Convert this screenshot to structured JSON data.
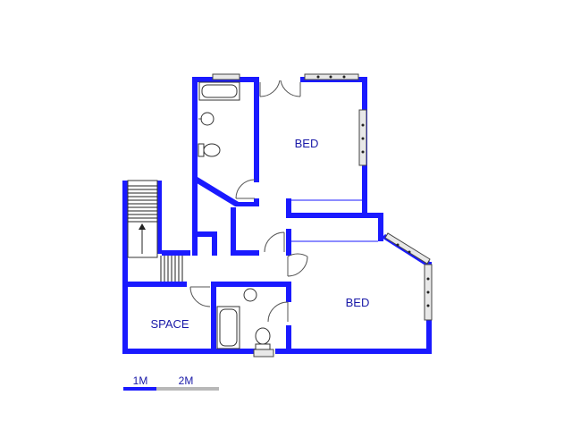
{
  "rooms": {
    "bed_upper": "BED",
    "bed_lower": "BED",
    "space": "SPACE"
  },
  "scale": {
    "mark_1": "1M",
    "mark_2": "2M",
    "colors": {
      "filled": "#1a1aff",
      "empty": "#b8b8b8"
    }
  },
  "wall_color": "#1a1aff"
}
